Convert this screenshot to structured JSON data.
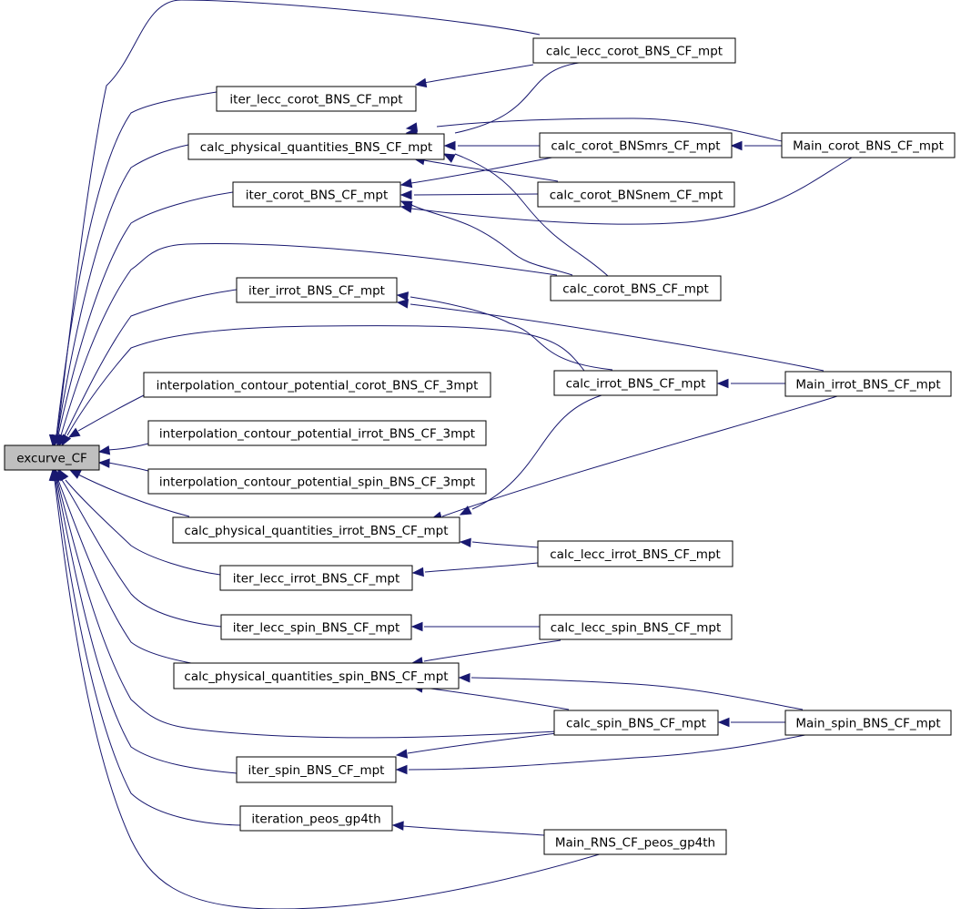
{
  "graph": {
    "direction": "callers-of-root",
    "colors": {
      "edge": "#191970",
      "root_fill": "#bfbfbf",
      "node_fill": "#ffffff",
      "border": "#000000"
    },
    "nodes": {
      "root": "excurve_CF",
      "iter_lecc_corot": "iter_lecc_corot_BNS_CF_mpt",
      "calc_phys_corot": "calc_physical_quantities_BNS_CF_mpt",
      "iter_corot": "iter_corot_BNS_CF_mpt",
      "iter_irrot": "iter_irrot_BNS_CF_mpt",
      "interp_corot": "interpolation_contour_potential_corot_BNS_CF_3mpt",
      "interp_irrot": "interpolation_contour_potential_irrot_BNS_CF_3mpt",
      "interp_spin": "interpolation_contour_potential_spin_BNS_CF_3mpt",
      "calc_phys_irrot": "calc_physical_quantities_irrot_BNS_CF_mpt",
      "iter_lecc_irrot": "iter_lecc_irrot_BNS_CF_mpt",
      "iter_lecc_spin": "iter_lecc_spin_BNS_CF_mpt",
      "calc_phys_spin": "calc_physical_quantities_spin_BNS_CF_mpt",
      "iter_spin": "iter_spin_BNS_CF_mpt",
      "iteration_peos": "iteration_peos_gp4th",
      "calc_lecc_corot": "calc_lecc_corot_BNS_CF_mpt",
      "calc_corot_mrs": "calc_corot_BNSmrs_CF_mpt",
      "calc_corot_nem": "calc_corot_BNSnem_CF_mpt",
      "calc_corot": "calc_corot_BNS_CF_mpt",
      "calc_irrot": "calc_irrot_BNS_CF_mpt",
      "calc_lecc_irrot": "calc_lecc_irrot_BNS_CF_mpt",
      "calc_lecc_spin": "calc_lecc_spin_BNS_CF_mpt",
      "calc_spin": "calc_spin_BNS_CF_mpt",
      "main_rns": "Main_RNS_CF_peos_gp4th",
      "main_corot": "Main_corot_BNS_CF_mpt",
      "main_irrot": "Main_irrot_BNS_CF_mpt",
      "main_spin": "Main_spin_BNS_CF_mpt"
    },
    "edges": [
      [
        "calc_lecc_corot",
        "root"
      ],
      [
        "iter_lecc_corot",
        "root"
      ],
      [
        "calc_phys_corot",
        "root"
      ],
      [
        "iter_corot",
        "root"
      ],
      [
        "calc_corot",
        "root"
      ],
      [
        "iter_irrot",
        "root"
      ],
      [
        "calc_irrot",
        "root"
      ],
      [
        "interp_corot",
        "root"
      ],
      [
        "interp_irrot",
        "root"
      ],
      [
        "interp_spin",
        "root"
      ],
      [
        "calc_phys_irrot",
        "root"
      ],
      [
        "iter_lecc_irrot",
        "root"
      ],
      [
        "iter_lecc_spin",
        "root"
      ],
      [
        "calc_phys_spin",
        "root"
      ],
      [
        "calc_spin",
        "root"
      ],
      [
        "iter_spin",
        "root"
      ],
      [
        "iteration_peos",
        "root"
      ],
      [
        "main_rns",
        "root"
      ],
      [
        "calc_lecc_corot",
        "iter_lecc_corot"
      ],
      [
        "calc_lecc_corot",
        "calc_phys_corot"
      ],
      [
        "main_corot",
        "calc_phys_corot"
      ],
      [
        "calc_corot_mrs",
        "calc_phys_corot"
      ],
      [
        "calc_corot_nem",
        "calc_phys_corot"
      ],
      [
        "calc_corot",
        "calc_phys_corot"
      ],
      [
        "calc_corot_mrs",
        "iter_corot"
      ],
      [
        "calc_corot_nem",
        "iter_corot"
      ],
      [
        "main_corot",
        "iter_corot"
      ],
      [
        "calc_corot",
        "iter_corot"
      ],
      [
        "main_corot",
        "calc_corot_mrs"
      ],
      [
        "calc_irrot",
        "iter_irrot"
      ],
      [
        "main_irrot",
        "iter_irrot"
      ],
      [
        "main_irrot",
        "calc_irrot"
      ],
      [
        "main_irrot",
        "calc_phys_irrot"
      ],
      [
        "calc_irrot",
        "calc_phys_irrot"
      ],
      [
        "calc_lecc_irrot",
        "calc_phys_irrot"
      ],
      [
        "calc_lecc_irrot",
        "iter_lecc_irrot"
      ],
      [
        "calc_lecc_spin",
        "iter_lecc_spin"
      ],
      [
        "calc_lecc_spin",
        "calc_phys_spin"
      ],
      [
        "main_spin",
        "calc_phys_spin"
      ],
      [
        "calc_spin",
        "calc_phys_spin"
      ],
      [
        "calc_spin",
        "iter_spin"
      ],
      [
        "main_spin",
        "iter_spin"
      ],
      [
        "main_spin",
        "calc_spin"
      ],
      [
        "main_rns",
        "iteration_peos"
      ]
    ]
  }
}
